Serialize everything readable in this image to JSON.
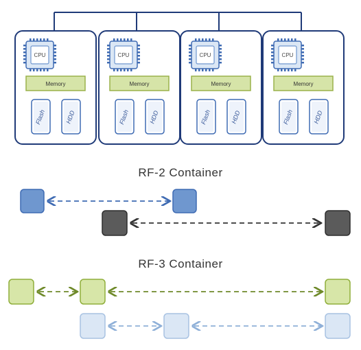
{
  "nodes": [
    {
      "cpu": "CPU",
      "memory": "Memory",
      "flash": "Flash",
      "hdd": "HDD"
    },
    {
      "cpu": "CPU",
      "memory": "Memory",
      "flash": "Flash",
      "hdd": "HDD"
    },
    {
      "cpu": "CPU",
      "memory": "Memory",
      "flash": "Flash",
      "hdd": "HDD"
    },
    {
      "cpu": "CPU",
      "memory": "Memory",
      "flash": "Flash",
      "hdd": "HDD"
    }
  ],
  "rf2": {
    "title": "RF-2 Container"
  },
  "rf3": {
    "title": "RF-3 Container"
  },
  "colors": {
    "node_border": "#1f3a78",
    "memory_fill": "#d6e4a8",
    "memory_stroke": "#9ab24a",
    "rf2_primary": "#6f97cf",
    "rf2_secondary": "#5b5b5b",
    "rf3_primary": "#d7e6a8",
    "rf3_secondary": "#dbe7f5"
  }
}
